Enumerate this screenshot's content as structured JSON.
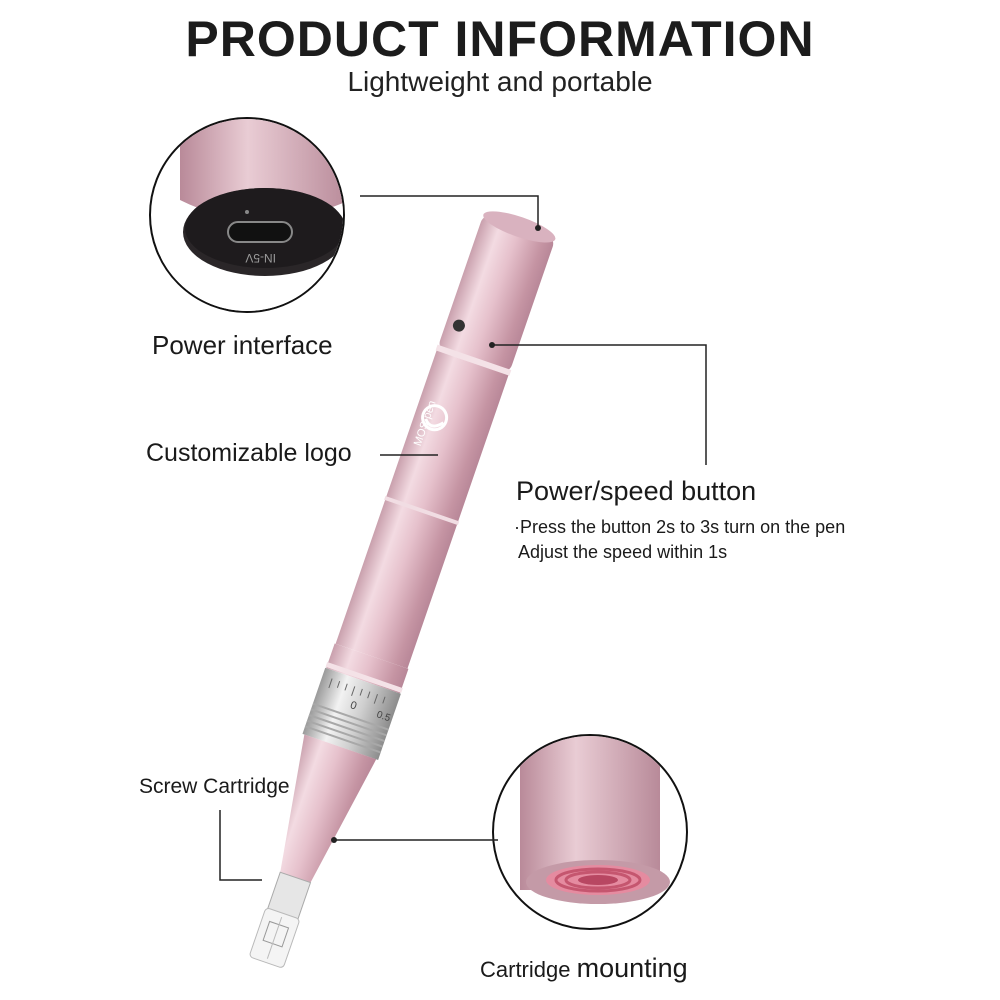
{
  "header": {
    "title": "PRODUCT INFORMATION",
    "subtitle": "Lightweight and portable"
  },
  "callouts": {
    "power_interface": "Power interface",
    "customizable_logo": "Customizable logo",
    "power_speed_button": "Power/speed button",
    "button_desc_1": "·Press the button 2s to 3s turn on the pen",
    "button_desc_2": "Adjust the speed within 1s",
    "screw_cartridge": "Screw Cartridge",
    "cartridge_mounting_a": "Cartridge ",
    "cartridge_mounting_b": "mounting"
  },
  "product": {
    "port_marking": "IN-5V",
    "brand_mark": "MOS·pen",
    "dial_0": "0",
    "dial_05": "0.5"
  },
  "colors": {
    "pen_pink": "#e7c3cd",
    "pen_shadow": "#c89aa8",
    "silver": "#d8d8d8",
    "callout_line": "#222222",
    "thread_red": "#d95e7a"
  }
}
